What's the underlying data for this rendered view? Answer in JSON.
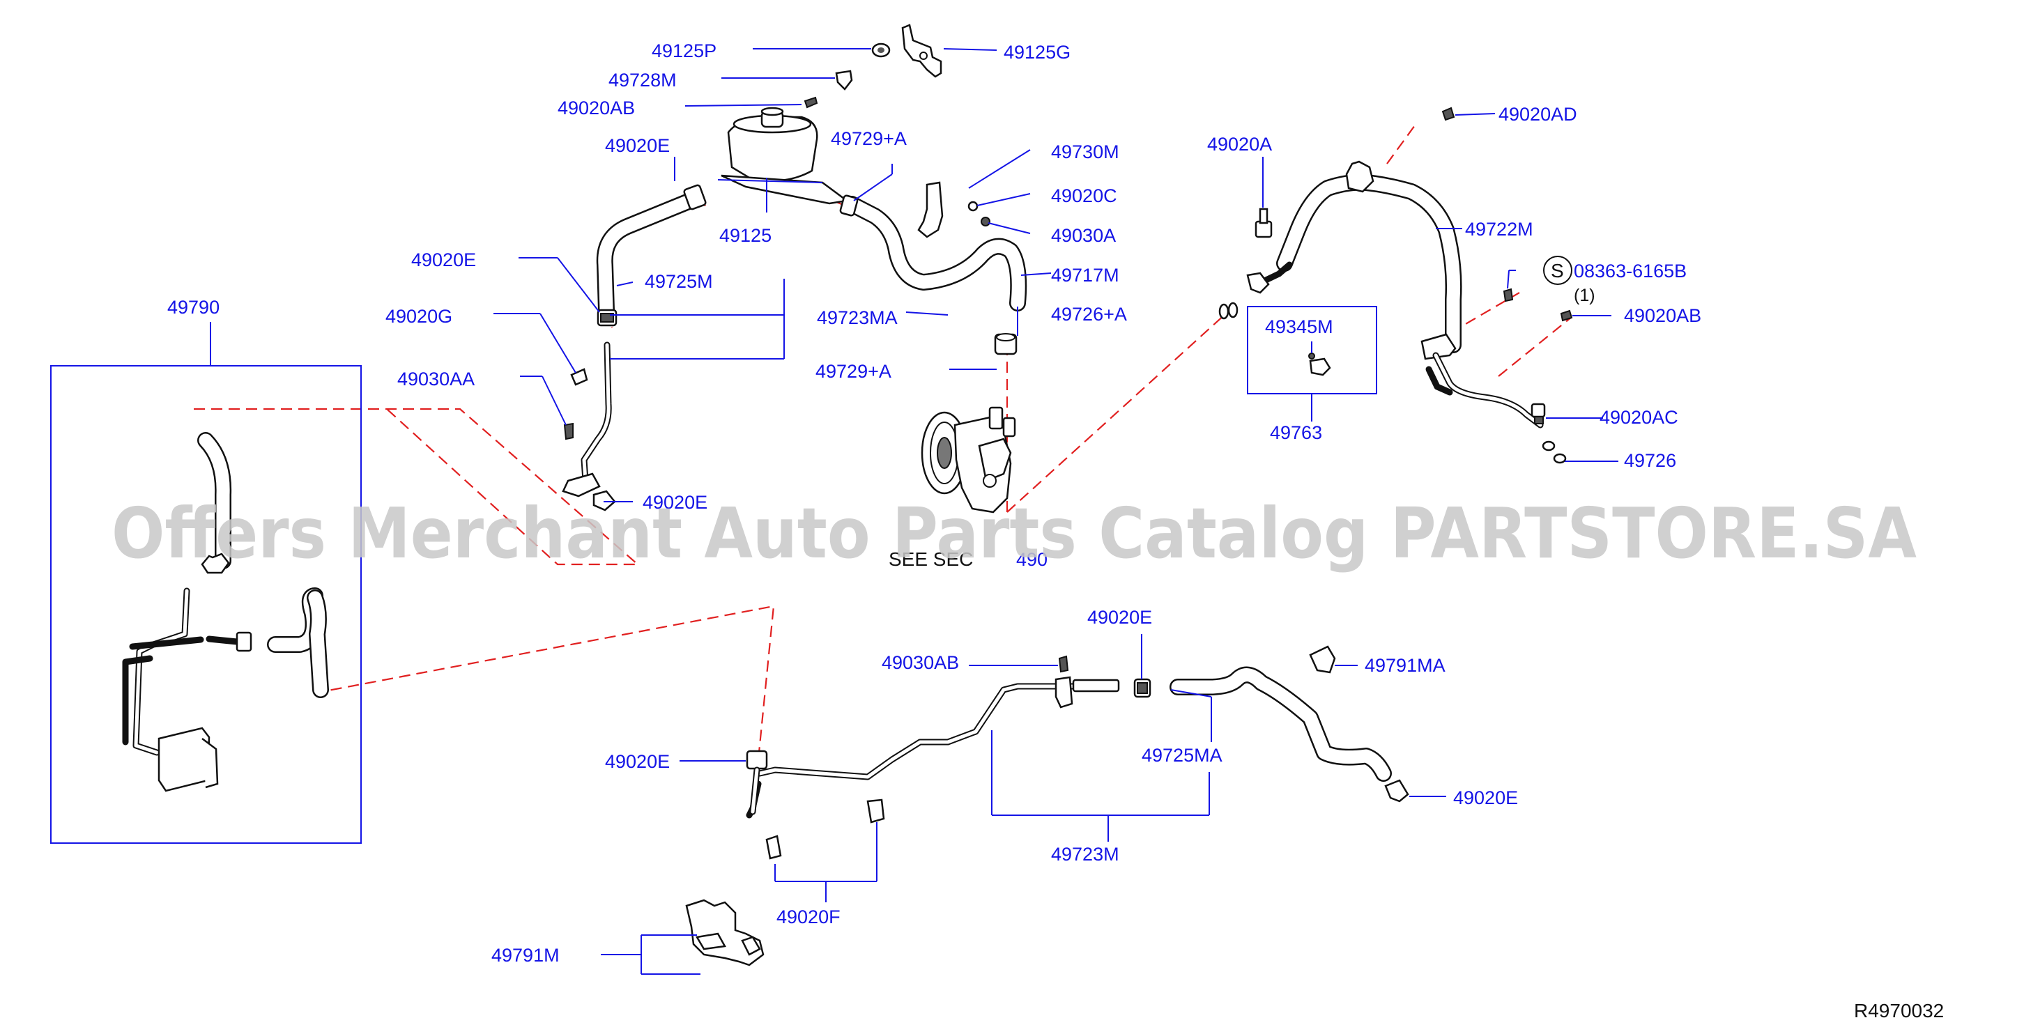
{
  "diagram": {
    "reference_code": "R4970032",
    "watermark": "Offers Merchant Auto Parts Catalog PARTSTORE.SA",
    "see_sec_text": "SEE  SEC",
    "see_sec_number": "490",
    "callouts": {
      "p49125P": "49125P",
      "p49125G": "49125G",
      "p49728M": "49728M",
      "p49020AB_top": "49020AB",
      "p49020E_res": "49020E",
      "p49729A_top": "49729+A",
      "p49730M": "49730M",
      "p49020C": "49020C",
      "p49030A": "49030A",
      "p49125": "49125",
      "p49717M": "49717M",
      "p49020E_left": "49020E",
      "p49725M": "49725M",
      "p49723MA": "49723MA",
      "p49020G": "49020G",
      "p49030AA": "49030AA",
      "p49726A": "49726+A",
      "p49729A_low": "49729+A",
      "p49020E_mid": "49020E",
      "p49790": "49790",
      "p49020A": "49020A",
      "p49020AD": "49020AD",
      "p49722M": "49722M",
      "p08363": "08363-6165B",
      "p08363_qty": "(1)",
      "s_symbol": "S",
      "p49020AB_right": "49020AB",
      "p49345M": "49345M",
      "p49763": "49763",
      "p49020AC": "49020AC",
      "p49726": "49726",
      "p49020E_low_top": "49020E",
      "p49030AB": "49030AB",
      "p49791MA": "49791MA",
      "p49725MA": "49725MA",
      "p49020E_low_left": "49020E",
      "p49020E_low_right": "49020E",
      "p49723M": "49723M",
      "p49020F": "49020F",
      "p49791M": "49791M"
    }
  }
}
